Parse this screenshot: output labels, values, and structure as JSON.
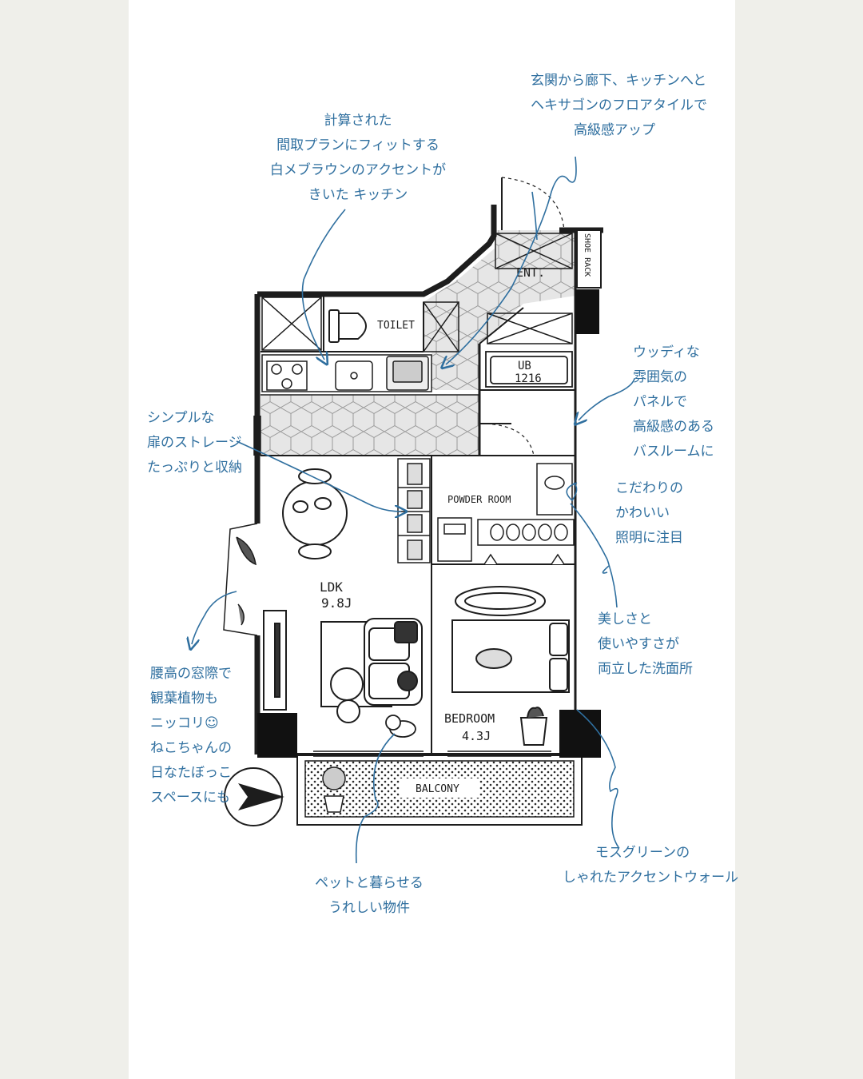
{
  "rooms": {
    "ent": "ENT.",
    "shoe_rack": "SHOE RACK",
    "toilet": "TOILET",
    "ub_name": "UB",
    "ub_size": "1216",
    "powder_room": "POWDER ROOM",
    "ldk_name": "LDK",
    "ldk_size": "9.8J",
    "bedroom_name": "BEDROOM",
    "bedroom_size": "4.3J",
    "balcony": "BALCONY"
  },
  "notes": {
    "kitchen": [
      "計算された",
      "間取プランにフィットする",
      "白メブラウンのアクセントが",
      "きいた キッチン"
    ],
    "floor_tile": [
      "玄関から廊下、キッチンへと",
      "ヘキサゴンのフロアタイルで",
      "高級感アップ"
    ],
    "bathroom": [
      "ウッディな",
      "雰囲気の",
      "パネルで",
      "高級感のある",
      "バスルームに"
    ],
    "storage": [
      "シンプルな",
      "扉のストレージ",
      "たっぷりと収納"
    ],
    "lighting": [
      "こだわりの",
      "かわいい",
      "照明に注目"
    ],
    "window": [
      "腰高の窓際で",
      "観葉植物も",
      "ニッコリ☺",
      "ねこちゃんの",
      "日なたぼっこ",
      "スペースにも"
    ],
    "washroom": [
      "美しさと",
      "使いやすさが",
      "両立した洗面所"
    ],
    "pets": [
      "ペットと暮らせる",
      "うれしい物件"
    ],
    "accent_wall": [
      "モスグリーンの",
      "しゃれたアクセントウォール"
    ]
  },
  "colors": {
    "ink": "#1d1d1d",
    "annotation_blue": "#2f6f9f",
    "tile_grey": "#e6e6e6",
    "page_bg": "#efefea",
    "sheet_bg": "#ffffff"
  }
}
